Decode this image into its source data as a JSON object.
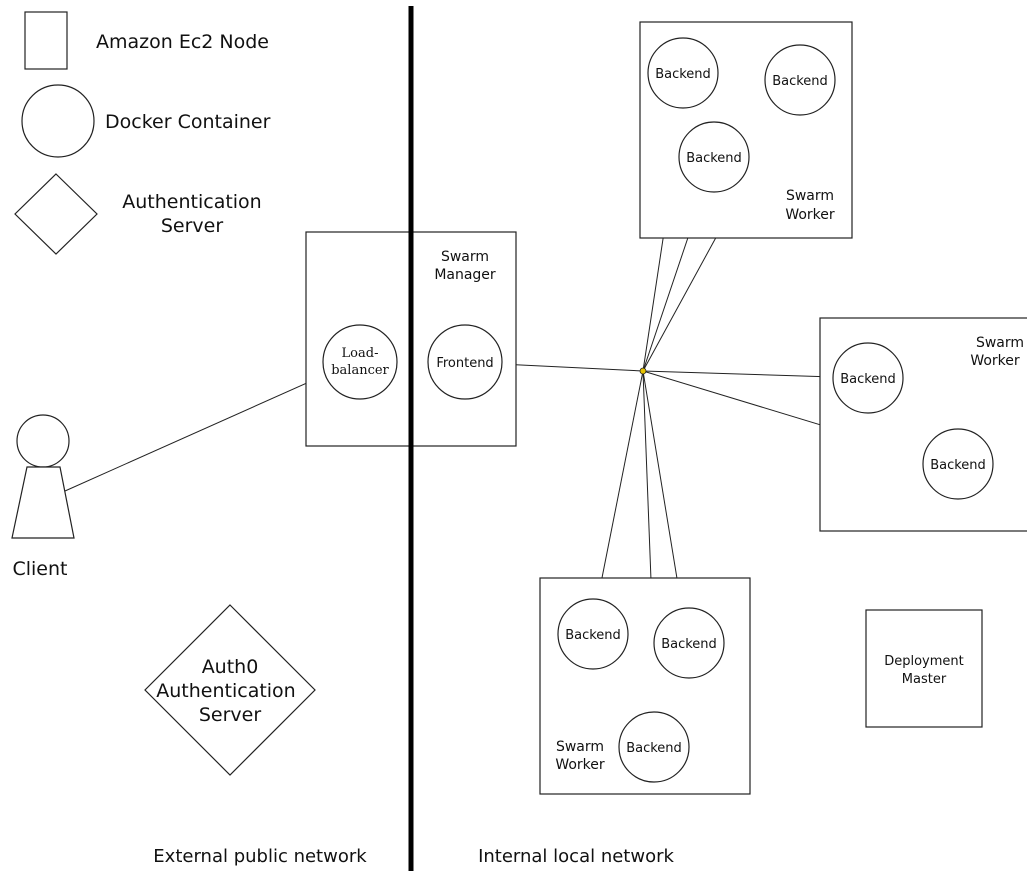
{
  "legend": {
    "node": "Amazon Ec2 Node",
    "container": "Docker Container",
    "auth_line1": "Authentication",
    "auth_line2": "Server"
  },
  "manager": {
    "label_line1": "Swarm",
    "label_line2": "Manager",
    "loadbalancer_line1": "Load-",
    "loadbalancer_line2": "balancer",
    "frontend": "Frontend"
  },
  "client": {
    "label": "Client"
  },
  "auth0": {
    "line1": "Auth0",
    "line2": "Authentication",
    "line3": "Server"
  },
  "workers": {
    "top": {
      "line1": "Swarm",
      "line2": "Worker"
    },
    "right": {
      "line1": "Swarm",
      "line2": "Worker"
    },
    "bottom": {
      "line1": "Swarm",
      "line2": "Worker"
    }
  },
  "backend_label": "Backend",
  "deployment": {
    "line1": "Deployment",
    "line2": "Master"
  },
  "networks": {
    "external": "External public network",
    "internal": "Internal local network"
  },
  "colors": {
    "stroke": "#222222",
    "hub": "#e6c200"
  }
}
